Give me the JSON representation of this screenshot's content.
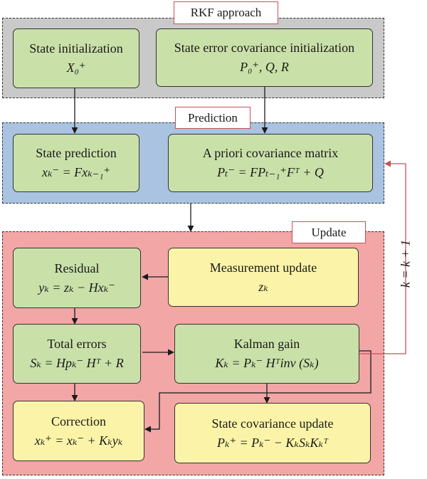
{
  "sections": {
    "rkf": "RKF approach",
    "prediction": "Prediction",
    "update": "Update"
  },
  "boxes": {
    "state_init": {
      "title": "State initialization",
      "formula": "X₀⁺"
    },
    "cov_init": {
      "title": "State error covariance initialization",
      "formula": "P₀⁺, Q, R"
    },
    "state_pred": {
      "title": "State prediction",
      "formula": "xₖ⁻ = Fxₖ₋₁⁺"
    },
    "apriori_cov": {
      "title": "A priori covariance matrix",
      "formula": "Pₜ⁻ = FPₜ₋₁⁺Fᵀ + Q"
    },
    "residual": {
      "title": "Residual",
      "formula": "yₖ = zₖ − Hxₖ⁻"
    },
    "measurement": {
      "title": "Measurement update",
      "formula": "zₖ"
    },
    "total_errors": {
      "title": "Total errors",
      "formula": "Sₖ = Hpₖ⁻ Hᵀ + R"
    },
    "kalman_gain": {
      "title": "Kalman gain",
      "formula": "Kₖ = Pₖ⁻ Hᵀinv (Sₖ)"
    },
    "correction": {
      "title": "Correction",
      "formula": "xₖ⁺ = xₖ⁻ + Kₖyₖ"
    },
    "state_cov_update": {
      "title": "State covariance update",
      "formula": "Pₖ⁺ = Pₖ⁻ − KₖSₖKₖᵀ"
    }
  },
  "loop_label": "k = k + 1",
  "colors": {
    "rkf_panel": "#c9c9c9",
    "prediction_panel": "#a9c3e0",
    "update_panel": "#f2a6a6",
    "green_box": "#c9e1a9",
    "yellow_box": "#fbf4a8",
    "feedback_arrow": "#c8505a",
    "label_border": "#c8505a"
  }
}
